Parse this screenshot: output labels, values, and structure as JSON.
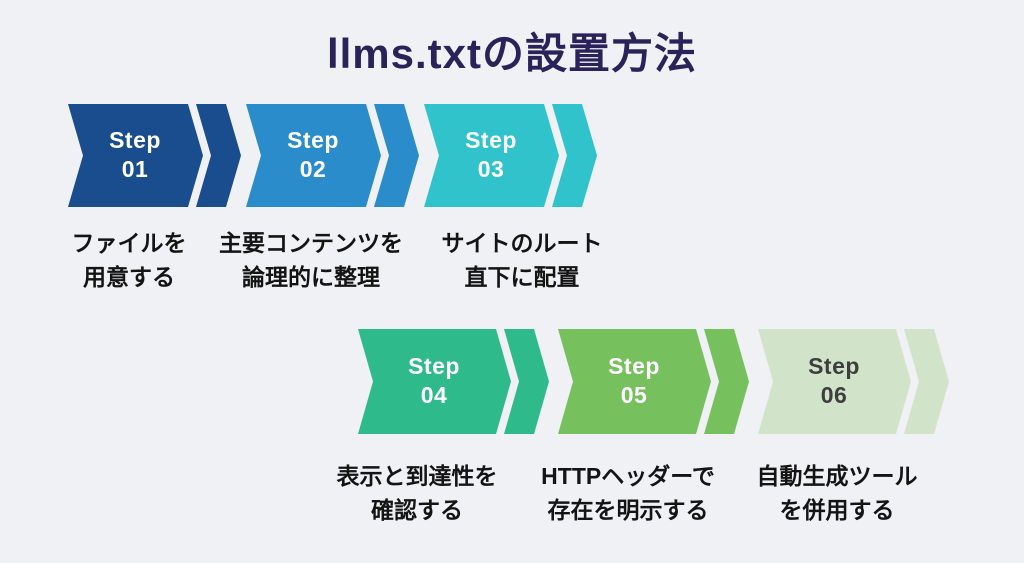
{
  "title": "llms.txtの設置方法",
  "step_word": "Step",
  "colors": {
    "background": "#f0f1f4",
    "title_text": "#2a2259",
    "label_text": "#141414"
  },
  "steps": [
    {
      "number": "01",
      "color": "#1a4d8d",
      "text_color": "#ffffff",
      "label_lines": [
        "ファイルを",
        "用意する"
      ]
    },
    {
      "number": "02",
      "color": "#2a8cca",
      "text_color": "#ffffff",
      "label_lines": [
        "主要コンテンツを",
        "論理的に整理"
      ]
    },
    {
      "number": "03",
      "color": "#31c3cb",
      "text_color": "#ffffff",
      "label_lines": [
        "サイトのルート",
        "直下に配置"
      ]
    },
    {
      "number": "04",
      "color": "#2fba8c",
      "text_color": "#ffffff",
      "label_lines": [
        "表示と到達性を",
        "確認する"
      ]
    },
    {
      "number": "05",
      "color": "#77c05e",
      "text_color": "#ffffff",
      "label_lines": [
        "HTTPヘッダーで",
        "存在を明示する"
      ]
    },
    {
      "number": "06",
      "color": "#d1e4c9",
      "text_color": "#3e3e3e",
      "label_lines": [
        "自動生成ツール",
        "を併用する"
      ]
    }
  ]
}
